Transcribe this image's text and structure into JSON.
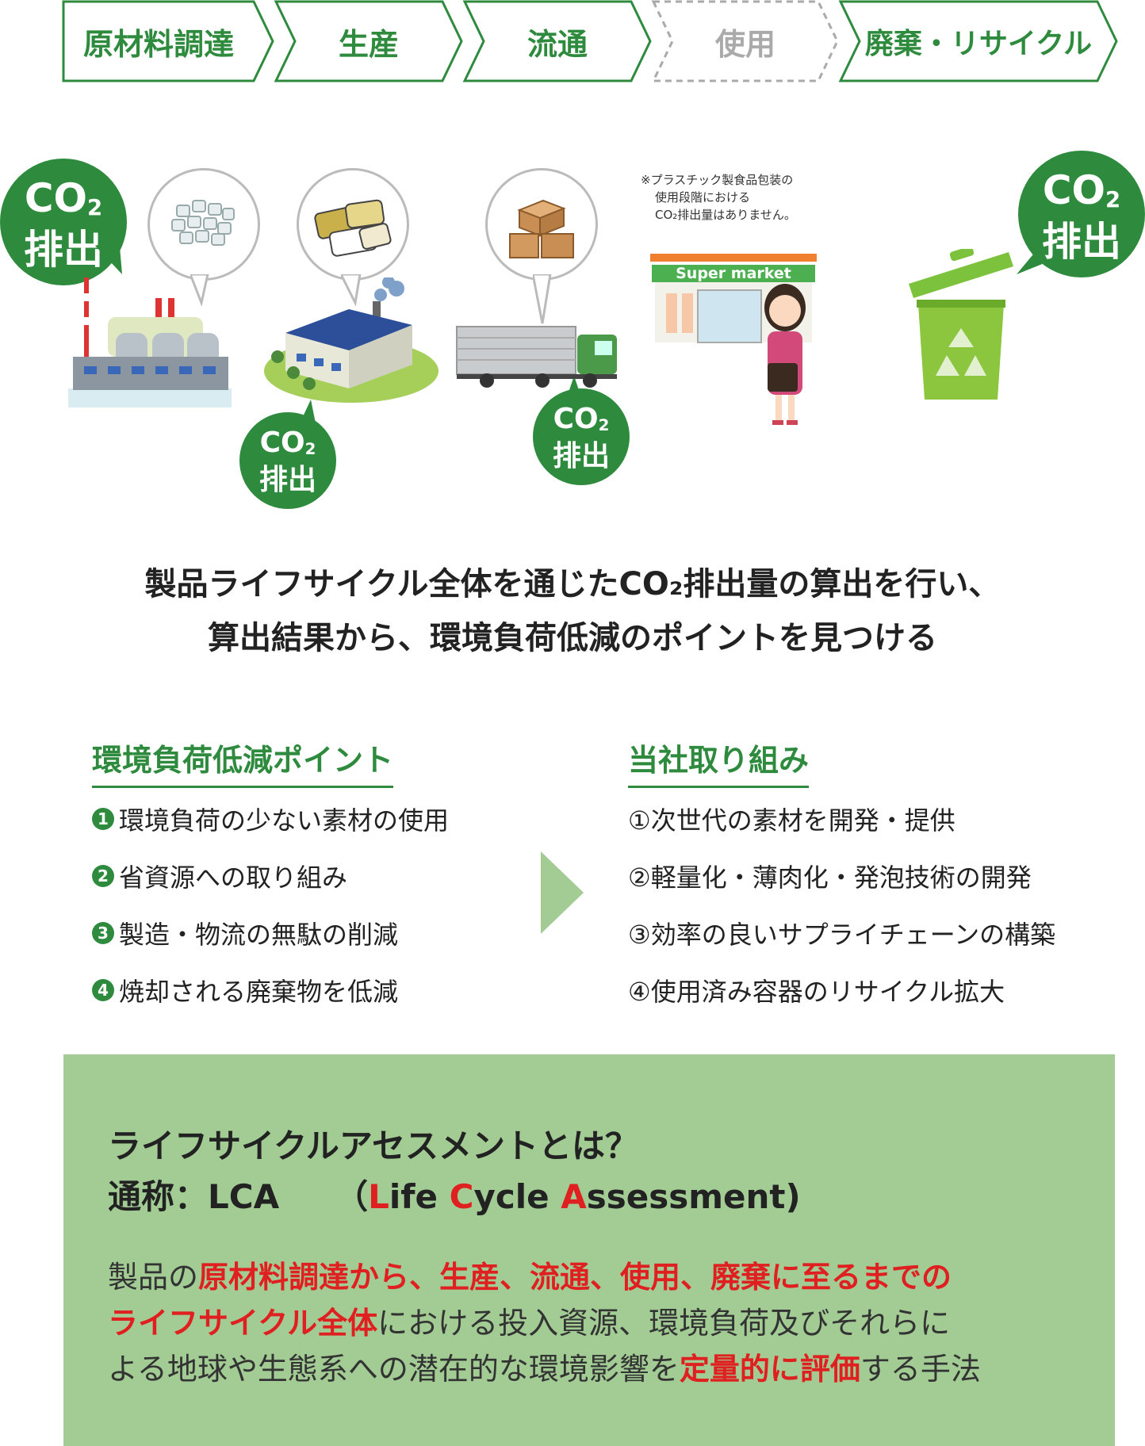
{
  "lifecycle": {
    "steps": [
      {
        "label": "原材料調達",
        "active": true
      },
      {
        "label": "生産",
        "active": true
      },
      {
        "label": "流通",
        "active": true
      },
      {
        "label": "使用",
        "active": false
      },
      {
        "label": "廃棄・リサイクル",
        "active": true
      }
    ]
  },
  "co2_badge": {
    "line1": "CO",
    "sub": "2",
    "line2": "排出"
  },
  "note": {
    "line1": "※プラスチック製食品包装の",
    "line2": "使用段階における",
    "line3": "CO₂排出量はありません。"
  },
  "supermarket_sign": "Super market",
  "headline": {
    "line1": "製品ライフサイクル全体を通じたCO₂排出量の算出を行い、",
    "line2": "算出結果から、環境負荷低減のポイントを見つける"
  },
  "points": {
    "title": "環境負荷低減ポイント",
    "items": [
      {
        "num": "1",
        "text": "環境負荷の少ない素材の使用"
      },
      {
        "num": "2",
        "text": "省資源への取り組み"
      },
      {
        "num": "3",
        "text": "製造・物流の無駄の削減"
      },
      {
        "num": "4",
        "text": "焼却される廃棄物を低減"
      }
    ]
  },
  "efforts": {
    "title": "当社取り組み",
    "items": [
      "①次世代の素材を開発・提供",
      "②軽量化・薄肉化・発泡技術の開発",
      "③効率の良いサプライチェーンの構築",
      "④使用済み容器のリサイクル拡大"
    ]
  },
  "lca": {
    "title": "ライフサイクルアセスメントとは？",
    "alias_prefix": "通称：LCA",
    "alias_open": "（",
    "alias_L": "L",
    "alias_ife": "ife ",
    "alias_C": "C",
    "alias_ycle": "ycle ",
    "alias_A": "A",
    "alias_ssessment": "ssessment)",
    "desc1_a": "製品の",
    "desc1_b": "原材料調達から、生産、流通、使用、廃棄に至るまでの",
    "desc2_a": "ライフサイクル全体",
    "desc2_b": "における投入資源、環境負荷及びそれらに",
    "desc3_a": "よる地球や生態系への潜在的な環境影響を",
    "desc3_b": "定量的に評価",
    "desc3_c": "する手法"
  },
  "colors": {
    "green": "#2e8b3e",
    "panel": "#a2cc94",
    "accent_red": "#e02020",
    "arrow": "#a2cc94"
  }
}
